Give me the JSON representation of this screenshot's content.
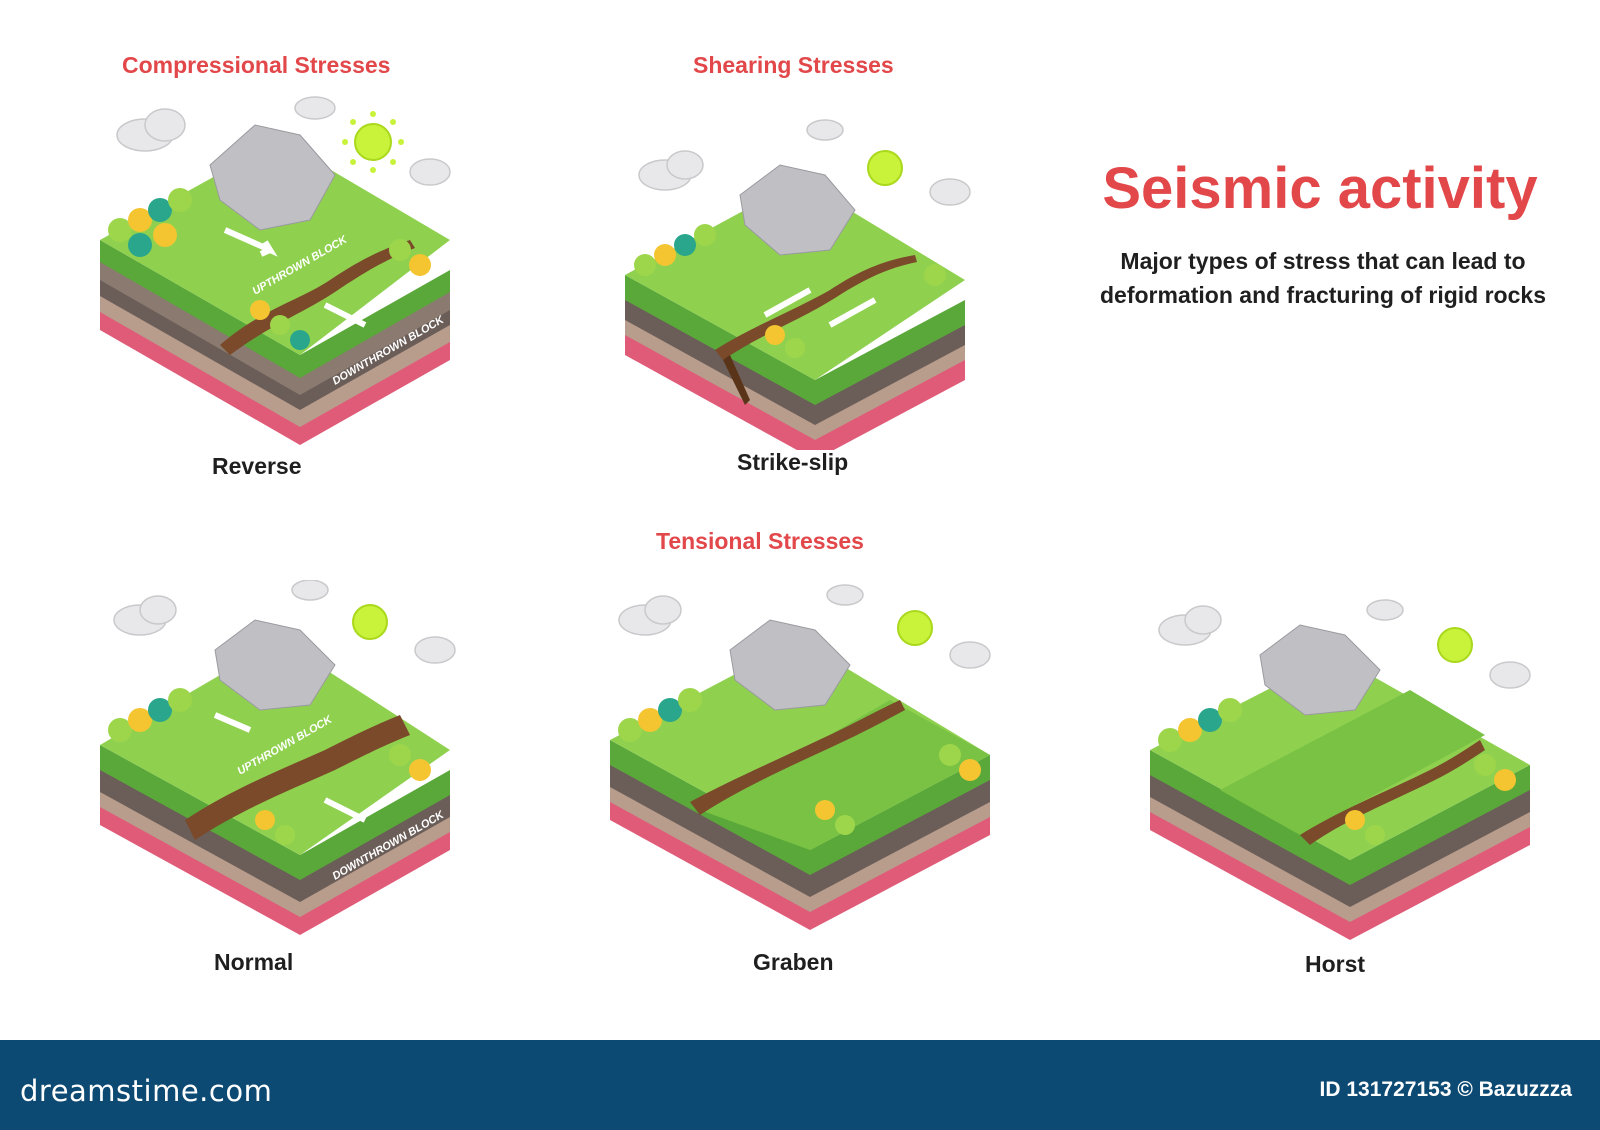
{
  "heading": {
    "title": "Seismic activity",
    "subtitle": "Major types of stress that can lead to deformation and fracturing of rigid rocks"
  },
  "groups": {
    "compressional": "Compressional Stresses",
    "shearing": "Shearing Stresses",
    "tensional": "Tensional Stresses"
  },
  "faults": {
    "reverse": {
      "caption": "Reverse",
      "upthrown": "UPTHROWN BLOCK",
      "downthrown": "DOWNTHROWN BLOCK"
    },
    "strike_slip": {
      "caption": "Strike-slip"
    },
    "normal": {
      "caption": "Normal",
      "upthrown": "UPTHROWN BLOCK",
      "downthrown": "DOWNTHROWN BLOCK"
    },
    "graben": {
      "caption": "Graben"
    },
    "horst": {
      "caption": "Horst"
    }
  },
  "footer": {
    "brand": "dreamstime.com",
    "id_credit": "ID 131727153 © Bazuzzza"
  },
  "colors": {
    "accent_red": "#e2474a",
    "grass": "#8fd14f",
    "grass_dark": "#6fb43a",
    "fault": "#7a4a2a",
    "footer_bg": "#0d4a73"
  }
}
